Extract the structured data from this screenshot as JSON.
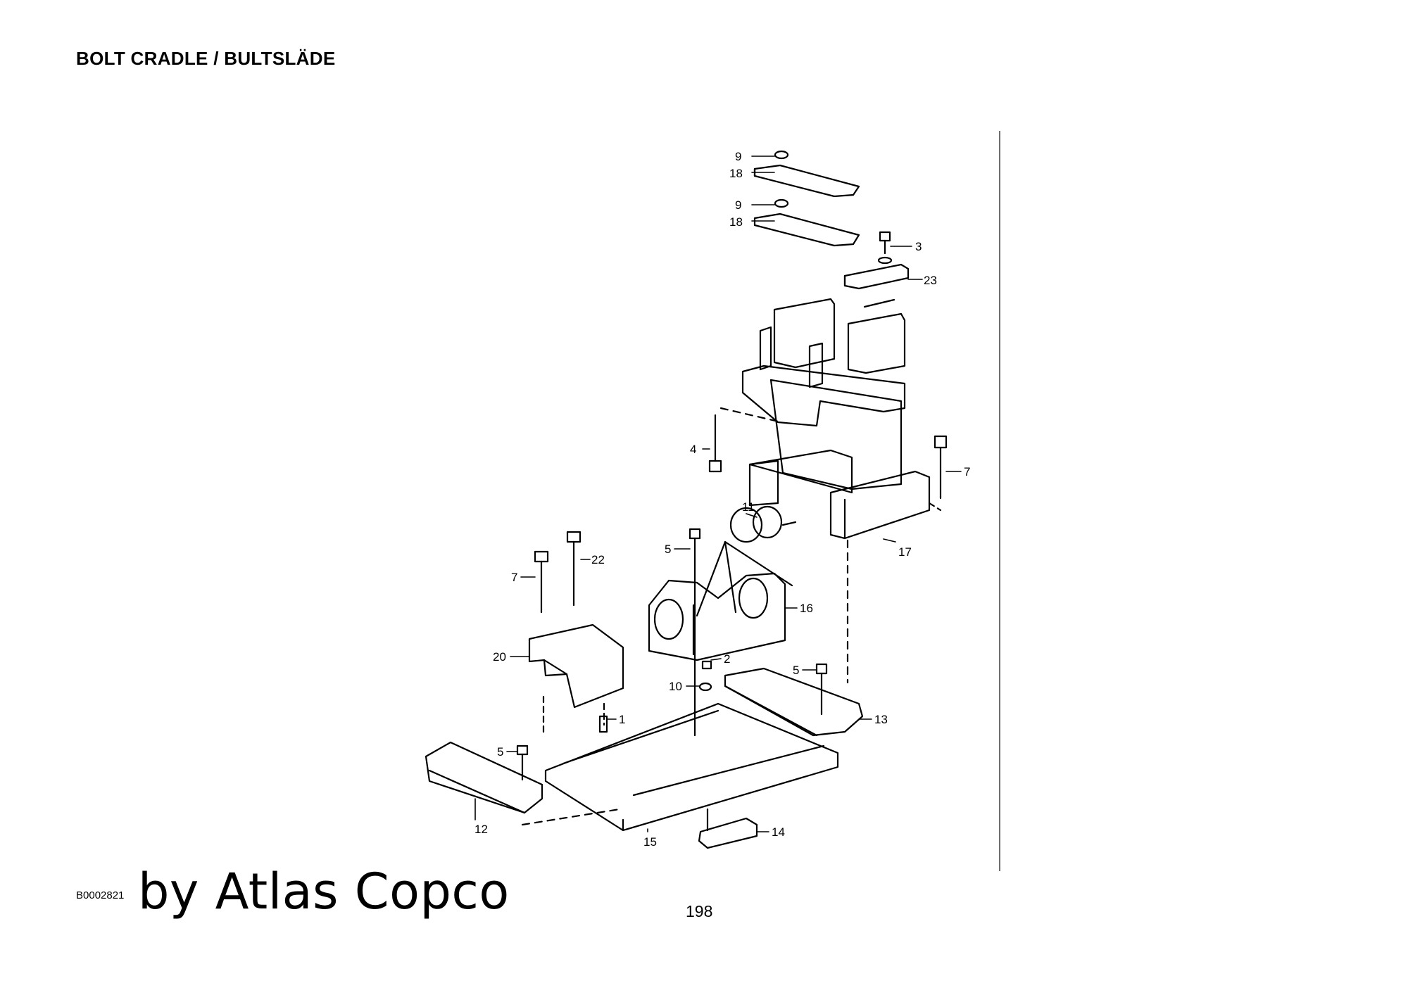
{
  "header": {
    "title": "BOLT CRADLE / BULTSLÄDE"
  },
  "drawing": {
    "callouts": [
      "9",
      "18",
      "9",
      "18",
      "3",
      "23",
      "4",
      "7",
      "11",
      "17",
      "5",
      "22",
      "7",
      "16",
      "20",
      "2",
      "5",
      "10",
      "1",
      "13",
      "5",
      "12",
      "15",
      "14"
    ]
  },
  "footer": {
    "code": "B0002821",
    "brand": "by Atlas Copco",
    "page_number": "198"
  }
}
